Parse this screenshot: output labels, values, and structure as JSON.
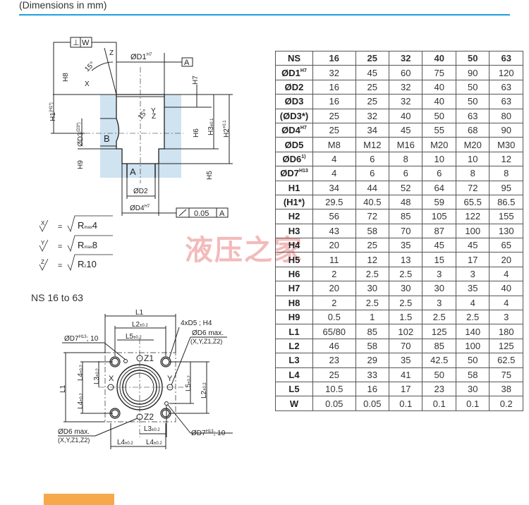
{
  "caption": "(Dimensions in mm)",
  "subtitle": "NS 16 to 63",
  "watermark": "液压之家",
  "drawing1": {
    "perp_symbol": "⊥",
    "perp_ref": "W",
    "d1": "ØD1",
    "d1_sup": "H7",
    "datum_a": "A",
    "angle1": "15°",
    "angle2": "15°",
    "x_mark": "X",
    "y_mark": "Y",
    "z_mark": "Z",
    "h8": "H8",
    "h1": "H1",
    "h1_sup": "(H1*)",
    "d3": "ØD3",
    "d3_sup": "(D3*)",
    "h9": "H9",
    "port_b": "B",
    "port_a": "A",
    "h7": "H7",
    "h3": "H3",
    "h3_tol": "±0.1",
    "h2": "H2",
    "h2_tol": "+0.1",
    "h6": "H6",
    "h5": "H5",
    "d2": "ØD2",
    "d4": "ØD4",
    "d4_sup": "H7",
    "runout_value": "0.05",
    "runout_ref": "A"
  },
  "roughness": [
    {
      "mark": "X",
      "prefix": "R",
      "sub": "max",
      "value": "4"
    },
    {
      "mark": "Y",
      "prefix": "R",
      "sub": "max",
      "value": "8"
    },
    {
      "mark": "Z",
      "prefix": "R",
      "sub": "z",
      "value": "10"
    }
  ],
  "drawing2": {
    "l1": "L1",
    "l2": "L2",
    "l5": "L5",
    "tol": "±0.2",
    "l3": "L3",
    "l4": "L4",
    "d5": "4xD5 ; H4",
    "d6": "ØD6 max.",
    "d6_ports": "(X,Y,Z1,Z2)",
    "d7": "ØD7",
    "d7_sup": "H13",
    "d7_depth": "; 10",
    "z1": "Z1",
    "z2": "Z2",
    "x": "X",
    "y": "Y"
  },
  "table": {
    "header": [
      "NS",
      "16",
      "25",
      "32",
      "40",
      "50",
      "63"
    ],
    "rows": [
      {
        "label": "ØD1",
        "sup": "H7",
        "values": [
          "32",
          "45",
          "60",
          "75",
          "90",
          "120"
        ]
      },
      {
        "label": "ØD2",
        "sup": "",
        "values": [
          "16",
          "25",
          "32",
          "40",
          "50",
          "63"
        ]
      },
      {
        "label": "ØD3",
        "sup": "",
        "values": [
          "16",
          "25",
          "32",
          "40",
          "50",
          "63"
        ]
      },
      {
        "label": "(ØD3*)",
        "sup": "",
        "values": [
          "25",
          "32",
          "40",
          "50",
          "63",
          "80"
        ]
      },
      {
        "label": "ØD4",
        "sup": "H7",
        "values": [
          "25",
          "34",
          "45",
          "55",
          "68",
          "90"
        ]
      },
      {
        "label": "ØD5",
        "sup": "",
        "values": [
          "M8",
          "M12",
          "M16",
          "M20",
          "M20",
          "M30"
        ]
      },
      {
        "label": "ØD6",
        "sup": "1)",
        "values": [
          "4",
          "6",
          "8",
          "10",
          "10",
          "12"
        ]
      },
      {
        "label": "ØD7",
        "sup": "H13",
        "values": [
          "4",
          "6",
          "6",
          "6",
          "8",
          "8"
        ]
      },
      {
        "label": "H1",
        "sup": "",
        "values": [
          "34",
          "44",
          "52",
          "64",
          "72",
          "95"
        ]
      },
      {
        "label": "(H1*)",
        "sup": "",
        "values": [
          "29.5",
          "40.5",
          "48",
          "59",
          "65.5",
          "86.5"
        ]
      },
      {
        "label": "H2",
        "sup": "",
        "values": [
          "56",
          "72",
          "85",
          "105",
          "122",
          "155"
        ]
      },
      {
        "label": "H3",
        "sup": "",
        "values": [
          "43",
          "58",
          "70",
          "87",
          "100",
          "130"
        ]
      },
      {
        "label": "H4",
        "sup": "",
        "values": [
          "20",
          "25",
          "35",
          "45",
          "45",
          "65"
        ]
      },
      {
        "label": "H5",
        "sup": "",
        "values": [
          "11",
          "12",
          "13",
          "15",
          "17",
          "20"
        ]
      },
      {
        "label": "H6",
        "sup": "",
        "values": [
          "2",
          "2.5",
          "2.5",
          "3",
          "3",
          "4"
        ]
      },
      {
        "label": "H7",
        "sup": "",
        "values": [
          "20",
          "30",
          "30",
          "30",
          "35",
          "40"
        ]
      },
      {
        "label": "H8",
        "sup": "",
        "values": [
          "2",
          "2.5",
          "2.5",
          "3",
          "4",
          "4"
        ]
      },
      {
        "label": "H9",
        "sup": "",
        "values": [
          "0.5",
          "1",
          "1.5",
          "2.5",
          "2.5",
          "3"
        ]
      },
      {
        "label": "L1",
        "sup": "",
        "values": [
          "65/80",
          "85",
          "102",
          "125",
          "140",
          "180"
        ]
      },
      {
        "label": "L2",
        "sup": "",
        "values": [
          "46",
          "58",
          "70",
          "85",
          "100",
          "125"
        ]
      },
      {
        "label": "L3",
        "sup": "",
        "values": [
          "23",
          "29",
          "35",
          "42.5",
          "50",
          "62.5"
        ]
      },
      {
        "label": "L4",
        "sup": "",
        "values": [
          "25",
          "33",
          "41",
          "50",
          "58",
          "75"
        ]
      },
      {
        "label": "L5",
        "sup": "",
        "values": [
          "10.5",
          "16",
          "17",
          "23",
          "30",
          "38"
        ]
      },
      {
        "label": "W",
        "sup": "",
        "values": [
          "0.05",
          "0.05",
          "0.1",
          "0.1",
          "0.1",
          "0.2"
        ]
      }
    ]
  }
}
